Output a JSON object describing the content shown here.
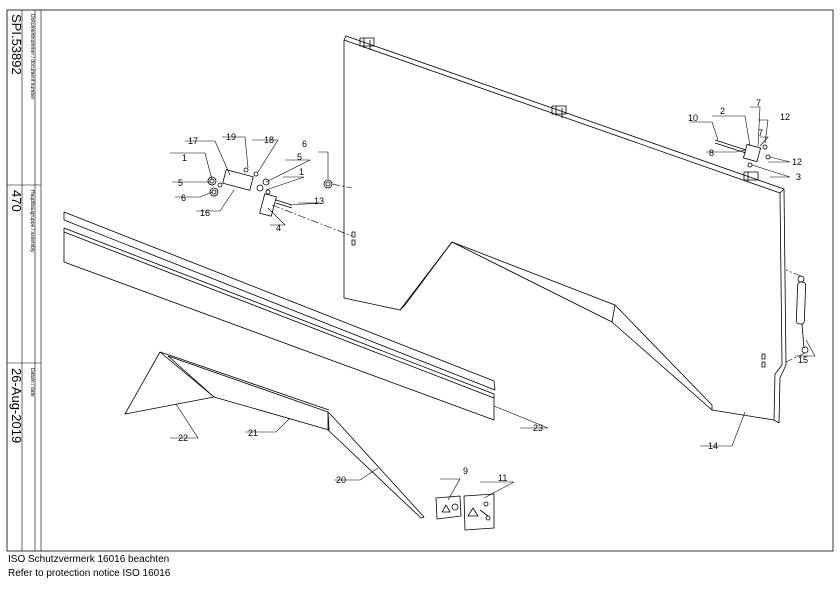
{
  "title_block": {
    "document_number_label": "Dokumentnummer / document number",
    "document_number": "SPI.53892",
    "assembly_label": "Hauptbaugruppe / assembly",
    "assembly": "470",
    "date_label": "Datum / date",
    "date": "26-Aug-2019"
  },
  "notice": {
    "line_de": "ISO Schutzvermerk 16016 beachten",
    "line_en": "Refer to protection notice ISO 16016"
  },
  "callouts": [
    "1",
    "2",
    "3",
    "4",
    "5",
    "6",
    "7",
    "8",
    "9",
    "10",
    "11",
    "12",
    "13",
    "14",
    "15",
    "16",
    "17",
    "18",
    "19",
    "20",
    "21",
    "22",
    "23"
  ]
}
